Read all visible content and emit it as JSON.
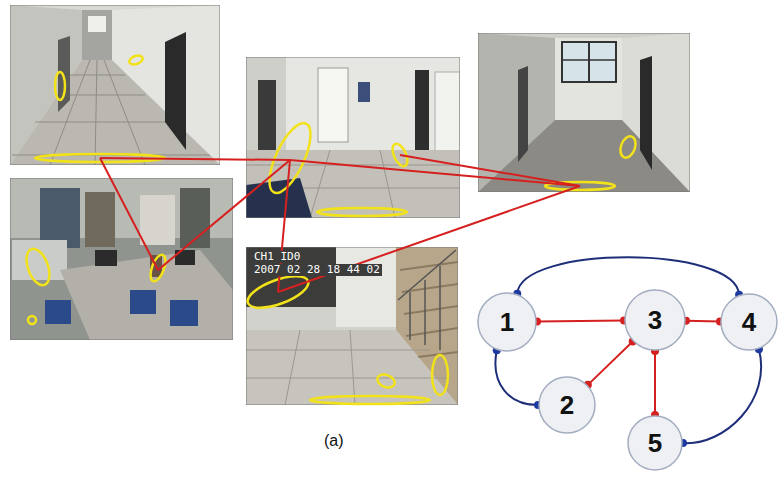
{
  "diagram": {
    "nodes": [
      {
        "text": [
          "1"
        ]
      },
      {
        "text": [
          "2"
        ]
      },
      {
        "text": [
          "3"
        ]
      },
      {
        "text": [
          "4"
        ]
      },
      {
        "text": [
          "5"
        ]
      }
    ],
    "edges": [
      {
        "from": 0,
        "to": 2,
        "arrow": "none"
      },
      {
        "from": 1,
        "to": 2,
        "arrow": "none"
      },
      {
        "from": 2,
        "to": 3,
        "arrow": "none"
      },
      {
        "from": 2,
        "to": 4,
        "arrow": "none"
      },
      {
        "from": 0,
        "to": 3,
        "arrow": "none"
      },
      {
        "from": 0,
        "to": 1,
        "arrow": "none"
      },
      {
        "from": 3,
        "to": 4,
        "arrow": "none"
      }
    ],
    "labels": [
      "CH1 ID0",
      "2007 02 28 18 44 02",
      "(a)"
    ]
  }
}
